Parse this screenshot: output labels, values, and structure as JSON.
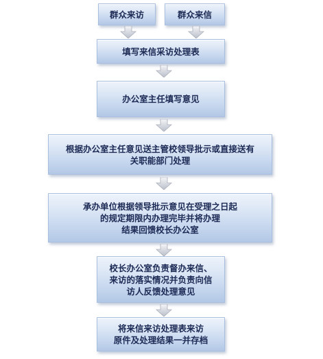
{
  "flowchart": {
    "source_visit": "群众来访",
    "source_letter": "群众来信",
    "step1": "填写来信采访处理表",
    "step2": "办公室主任填写意见",
    "step3": "根据办公室主任意见送主管校领导批示或直接送有\n关职能部门处理",
    "step4": "承办单位根据领导批示意见在受理之日起\n的规定期限内办理完毕并将办理\n结果回馈校长办公室",
    "step5": "校长办公室负责督办来信、\n来访的落实情况并负责向信\n访人反馈处理意见",
    "step6": "将来信来访处理表来访\n原件及处理结果一并存档"
  },
  "colors": {
    "box_top": "#eef3fb",
    "box_bottom": "#b3c8e6",
    "text": "#1c2a55",
    "arrow": "#c9cdd6"
  }
}
